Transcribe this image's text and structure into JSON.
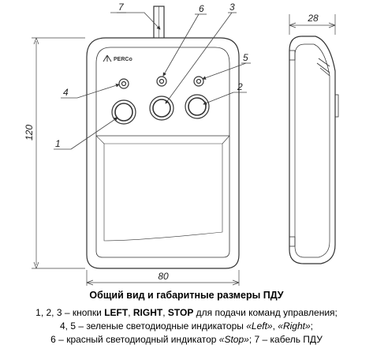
{
  "callouts": {
    "n1": "1",
    "n2": "2",
    "n3": "3",
    "n4": "4",
    "n5": "5",
    "n6": "6",
    "n7": "7"
  },
  "dimensions": {
    "height": "120",
    "width": "80",
    "depth": "28"
  },
  "logo_text": "PERCo",
  "caption": {
    "title": "Общий вид и габаритные размеры ПДУ",
    "l1_a": "1, 2, 3 – кнопки ",
    "l1_left": "LEFT",
    "l1_c1": ", ",
    "l1_right": "RIGHT",
    "l1_c2": ", ",
    "l1_stop": "STOP",
    "l1_b": " для подачи команд управления;",
    "l2_a": "4, 5 – зеленые светодиодные индикаторы ",
    "l2_left": "«Left»",
    "l2_c": ", ",
    "l2_right": "«Right»",
    "l2_end": ";",
    "l3_a": "6 – красный светодиодный индикатор ",
    "l3_stop": "«Stop»",
    "l3_b": "; 7 – кабель ПДУ"
  },
  "colors": {
    "line": "#333333",
    "thin": "#555555",
    "body_fill": "#ffffff"
  }
}
